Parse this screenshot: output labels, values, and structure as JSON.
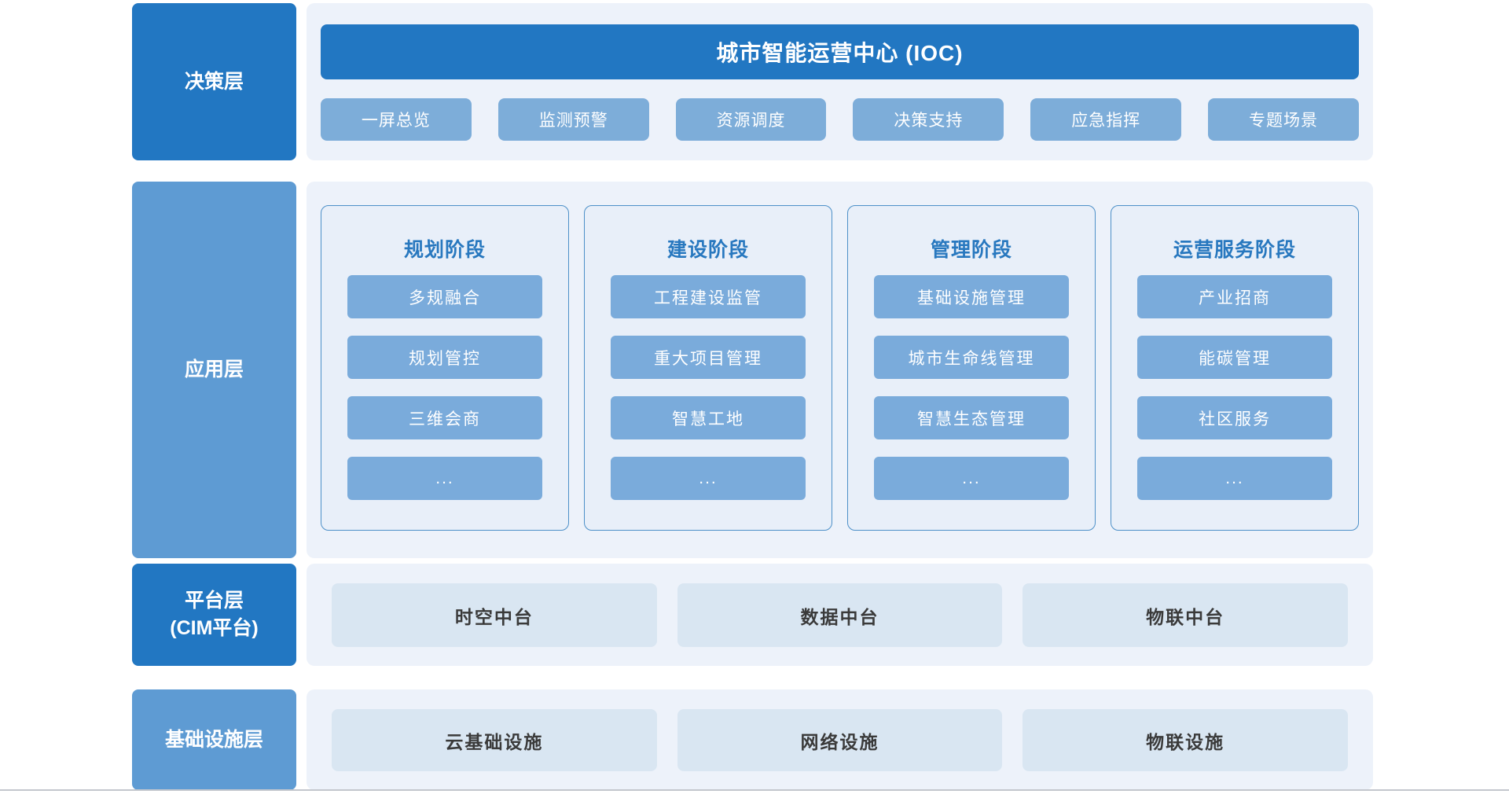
{
  "diagram_title": "城市智能运营中心 (IOC)",
  "layers": {
    "decision": {
      "label": "决策层",
      "header": "城市智能运营中心 (IOC)",
      "buttons": [
        "一屏总览",
        "监测预警",
        "资源调度",
        "决策支持",
        "应急指挥",
        "专题场景"
      ]
    },
    "application": {
      "label": "应用层",
      "columns": [
        {
          "title": "规划阶段",
          "items": [
            "多规融合",
            "规划管控",
            "三维会商",
            "..."
          ]
        },
        {
          "title": "建设阶段",
          "items": [
            "工程建设监管",
            "重大项目管理",
            "智慧工地",
            "..."
          ]
        },
        {
          "title": "管理阶段",
          "items": [
            "基础设施管理",
            "城市生命线管理",
            "智慧生态管理",
            "..."
          ]
        },
        {
          "title": "运营服务阶段",
          "items": [
            "产业招商",
            "能碳管理",
            "社区服务",
            "..."
          ]
        }
      ]
    },
    "platform": {
      "label": "平台层\n(CIM平台)",
      "items": [
        "时空中台",
        "数据中台",
        "物联中台"
      ]
    },
    "infrastructure": {
      "label": "基础设施层",
      "items": [
        "云基础设施",
        "网络设施",
        "物联设施"
      ]
    }
  },
  "colors": {
    "dark_blue": "#2277c2",
    "mid_blue": "#5e9bd3",
    "chip_blue": "#7dadd9",
    "item_blue": "#7aabdb",
    "panel_bg": "#edf2fa",
    "column_bg": "#e8eff9",
    "column_border": "#4d90c8",
    "wide_item_bg": "#d9e6f2",
    "title_blue": "#2878bf",
    "dark_text": "#3a3a3a"
  }
}
